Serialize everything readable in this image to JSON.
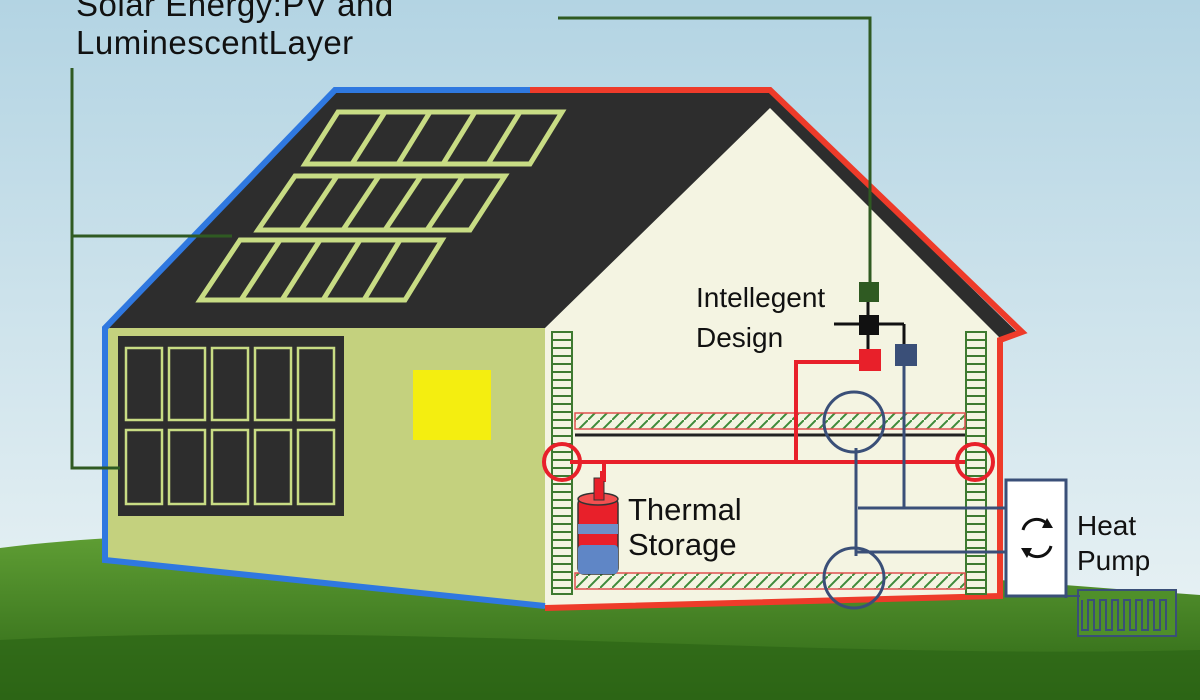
{
  "labels": {
    "solar_line1": "Solar Energy:PV and",
    "solar_line2": "LuminescentLayer",
    "intelligent_line1": "Intellegent",
    "intelligent_line2": "Design",
    "thermal_line1": "Thermal",
    "thermal_line2": "Storage",
    "heatpump_line1": "Heat",
    "heatpump_line2": "Pump"
  },
  "colors": {
    "sky_top": "#b9d8e6",
    "sky_bottom": "#e8f2f4",
    "grass": "#4f8f2a",
    "grass_dark": "#2f6a18",
    "roof": "#2d2d2d",
    "wall": "#c4d17e",
    "interior": "#f4f4e2",
    "solar_panel": "#c8dc84",
    "window_yellow": "#f4ee10",
    "blue_outline": "#2f78e0",
    "red_outline": "#ee3b2a",
    "hot_pipe": "#e8202a",
    "cold_pipe": "#3a4f78",
    "leader_line": "#2f5a22"
  },
  "icons": {
    "heat_pump": "circular-arrows-icon",
    "sensor": "square-node-icon"
  }
}
